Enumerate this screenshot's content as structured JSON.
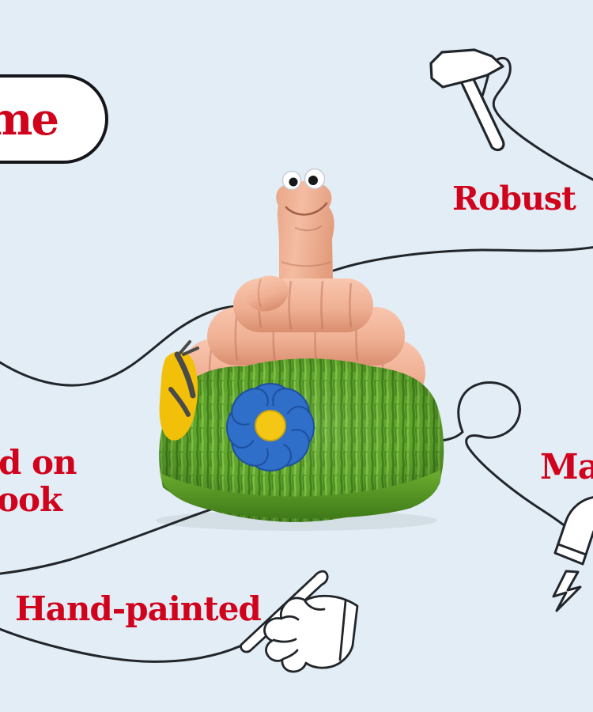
{
  "bubble": {
    "text": "me"
  },
  "labels": {
    "robust": "Robust",
    "magnetic_partial": "Mag",
    "hand_painted": "Hand-painted",
    "based_on_line1": "d on",
    "based_on_line2": "ook"
  },
  "icons": [
    "hammer-icon",
    "magnet-icon",
    "lightning-bolt-icon",
    "hand-with-paintbrush-icon",
    "speech-bubble"
  ],
  "figurine": {
    "subject": "worm-character-on-grass-mound",
    "details": [
      "googly-eyes",
      "coiled-worm-body",
      "blue-flower",
      "yellow-bee",
      "grass-base"
    ]
  },
  "colors": {
    "background": "#e2edf6",
    "text_red": "#d0021c",
    "line": "#22262b",
    "worm_skin": "#f2b59a",
    "grass_green": "#60a52a",
    "flower_blue": "#2f6fc9",
    "flower_center_yellow": "#f3c713",
    "bee_yellow": "#f2c008",
    "doodle_fill": "#ffffff"
  }
}
